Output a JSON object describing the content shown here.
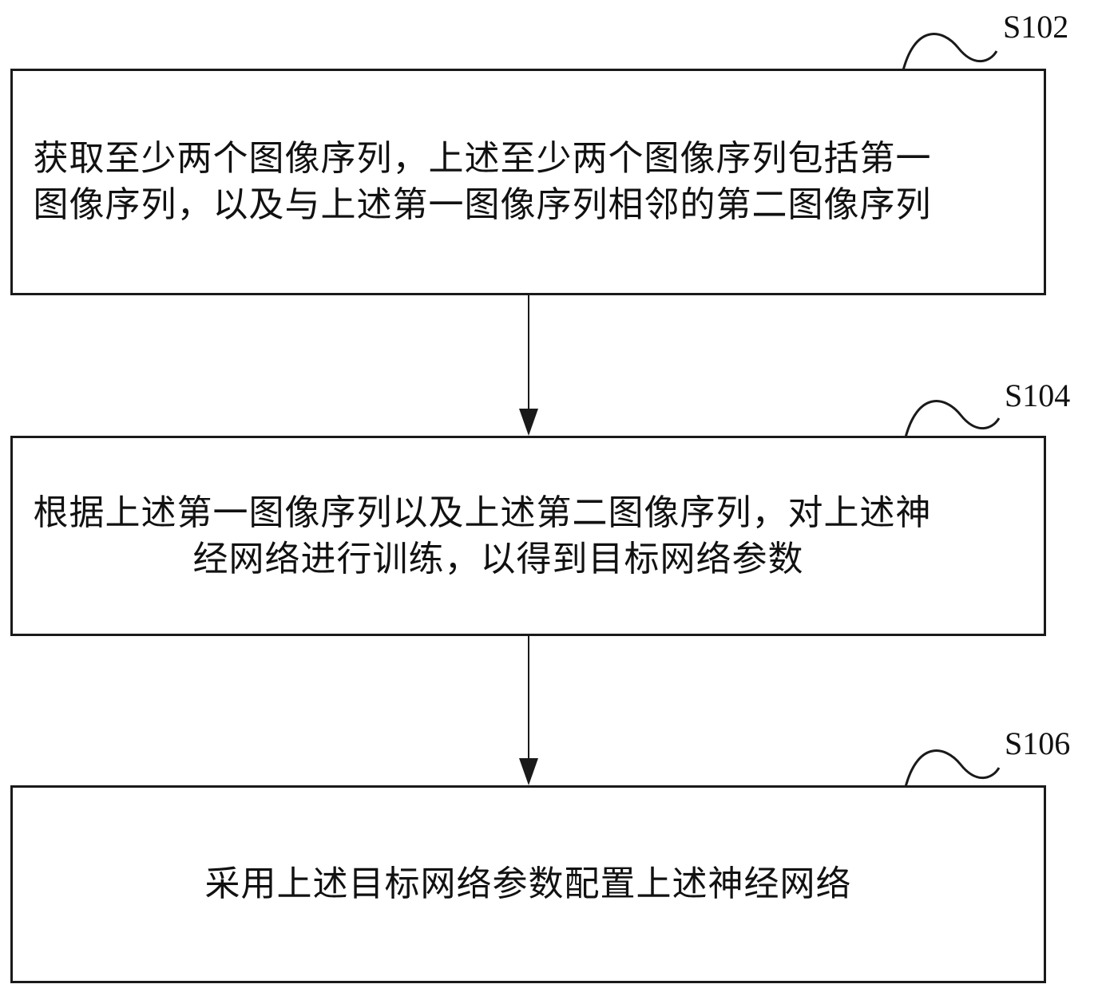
{
  "steps": [
    {
      "id": "S102",
      "label": "S102",
      "lines": [
        "获取至少两个图像序列，上述至少两个图像序列包括第一",
        "图像序列，以及与上述第一图像序列相邻的第二图像序列"
      ]
    },
    {
      "id": "S104",
      "label": "S104",
      "lines": [
        "根据上述第一图像序列以及上述第二图像序列，对上述神",
        "经网络进行训练，以得到目标网络参数"
      ]
    },
    {
      "id": "S106",
      "label": "S106",
      "lines": [
        "采用上述目标网络参数配置上述神经网络"
      ]
    }
  ]
}
